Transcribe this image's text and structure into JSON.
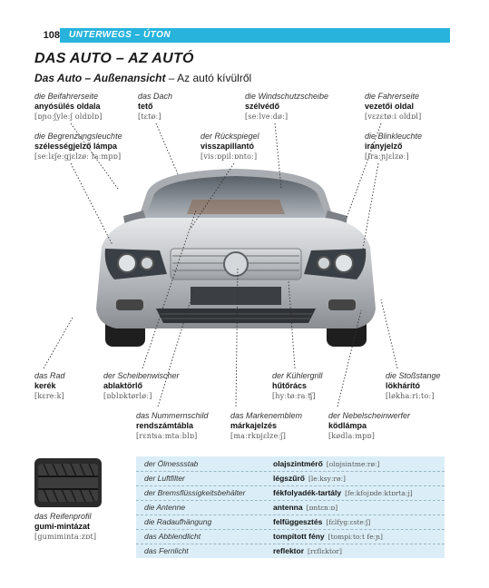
{
  "header": {
    "page_number": "108",
    "section": "UNTERWEGS – ÚTON"
  },
  "title": "DAS AUTO – AZ AUTÓ",
  "subtitle": {
    "de": "Das Auto – Außenansicht",
    "hu": " – Az autó kívülről"
  },
  "labels": {
    "beifahrerseite": {
      "de": "die Beifahrerseite",
      "hu": "anyósülés oldala",
      "ph": "[ɒɲoːʃyleːʃ oldɒlɒ]"
    },
    "dach": {
      "de": "das Dach",
      "hu": "tető",
      "ph": "[tɛtøː]"
    },
    "windschutz": {
      "de": "die Windschutzscheibe",
      "hu": "szélvédő",
      "ph": "[seːlveːdøː]"
    },
    "fahrerseite": {
      "de": "die Fahrerseite",
      "hu": "vezetői oldal",
      "ph": "[vɛzɛtøːi oldɒl]"
    },
    "begrenzung": {
      "de": "die Begrenzungsleuchte",
      "hu": "szélességjelző lámpa",
      "ph": "[seːlɛʃeːgjɛlzøː laːmpɒ]"
    },
    "rueckspiegel": {
      "de": "der Rückspiegel",
      "hu": "visszapillantó",
      "ph": "[visːɒpilːɒntoː]"
    },
    "blinkleuchte": {
      "de": "die Blinkleuchte",
      "hu": "irányjelző",
      "ph": "[iraːɲjɛlzøː]"
    },
    "rad": {
      "de": "das Rad",
      "hu": "kerék",
      "ph": "[kɛreːk]"
    },
    "scheibenwischer": {
      "de": "der Scheibenwischer",
      "hu": "ablaktörlő",
      "ph": "[ɒblɒktørløː]"
    },
    "kuehlergrill": {
      "de": "der Kühlergrill",
      "hu": "hűtőrács",
      "ph": "[hyːtøːraːʧ]"
    },
    "stossstange": {
      "de": "die Stoßstange",
      "hu": "lökhárító",
      "ph": "[løkhaːriːtoː]"
    },
    "nummernschild": {
      "de": "das Nummernschild",
      "hu": "rendszámtábla",
      "ph": "[rɛnʦaːmtaːblɒ]"
    },
    "markenemblem": {
      "de": "das Markenemblem",
      "hu": "márkajelzés",
      "ph": "[maːrkɒjɛlzeːʃ]"
    },
    "nebelschein": {
      "de": "der Nebelscheinwerfer",
      "hu": "ködlámpa",
      "ph": "[kødlaːmpɒ]"
    },
    "reifenprofil": {
      "de": "das Reifenprofil",
      "hu": "gumi-mintázat",
      "ph": "[gumimintaːzɒt]"
    }
  },
  "vocab": [
    {
      "de": "der Ölmessstab",
      "hu": "olajszintmérő",
      "ph": "[olɒjsintmeːrøː]"
    },
    {
      "de": "der Luftfilter",
      "hu": "légszűrő",
      "ph": "[leːksyːrøː]"
    },
    {
      "de": "der Bremsflüssigkeitsbehälter",
      "hu": "fékfolyadék-tartály",
      "ph": "[feːkfojɒdeːktɒrtaːj]"
    },
    {
      "de": "die Antenne",
      "hu": "antenna",
      "ph": "[ɒntɛnːɒ]"
    },
    {
      "de": "die Radaufhängung",
      "hu": "felfüggesztés",
      "ph": "[fɛlfygːɛsteːʃ]"
    },
    {
      "de": "das Abblendlicht",
      "hu": "tompított fény",
      "ph": "[tompiːtoːt feːɲ]"
    },
    {
      "de": "das Fernlicht",
      "hu": "reflektor",
      "ph": "[rɛflɛktor]"
    }
  ],
  "colors": {
    "accent": "#27b3dc",
    "table_bg": "#dbeef7"
  }
}
